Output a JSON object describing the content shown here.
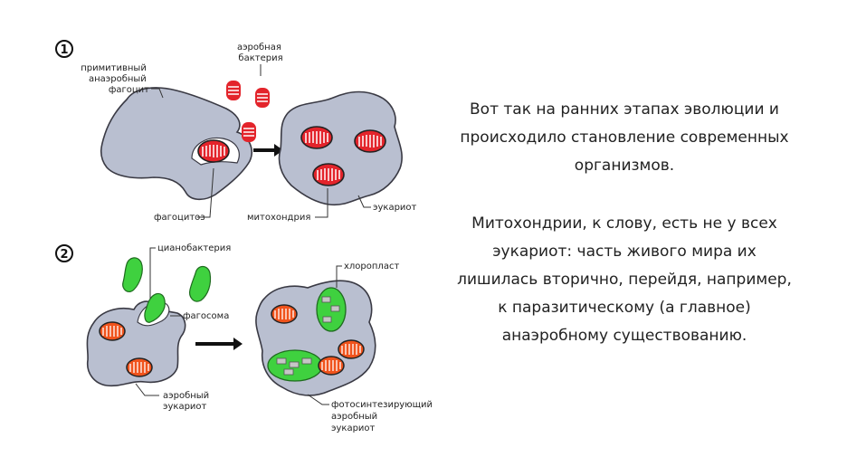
{
  "stage1": {
    "number": "1",
    "phagocyte_label": [
      "примитивный",
      "анаэробный",
      "фагоцит"
    ],
    "bacteria_label": [
      "аэробная",
      "бактерия"
    ],
    "phagocytosis_label": "фагоцитоз",
    "mitochondria_label": "митохондрия",
    "eukaryote_label": "эукариот"
  },
  "stage2": {
    "number": "2",
    "cyanobacteria_label": "цианобактерия",
    "phagosome_label": "фагосома",
    "chloroplast_label": "хлоропласт",
    "aerobic_eukaryote_label": [
      "аэробный",
      "эукариот"
    ],
    "photosynthetic_label": [
      "фотосинтезирующий",
      "аэробный",
      "эукариот"
    ]
  },
  "colors": {
    "cell": "#b9bfd0",
    "cell_outline": "#3a3a44",
    "mito_red": "#e3242b",
    "mito_orange": "#f0531c",
    "chloroplast_green": "#3fd13f"
  },
  "text": {
    "paragraph1": [
      "Вот так на ранних этапах эволюции и",
      "происходило становление современных",
      "организмов."
    ],
    "paragraph2": [
      "Митохондрии, к слову, есть не у всех",
      "эукариот: часть живого мира их",
      "лишилась вторично, перейдя, например,",
      "к паразитическому (а главное)",
      "анаэробному существованию."
    ]
  }
}
